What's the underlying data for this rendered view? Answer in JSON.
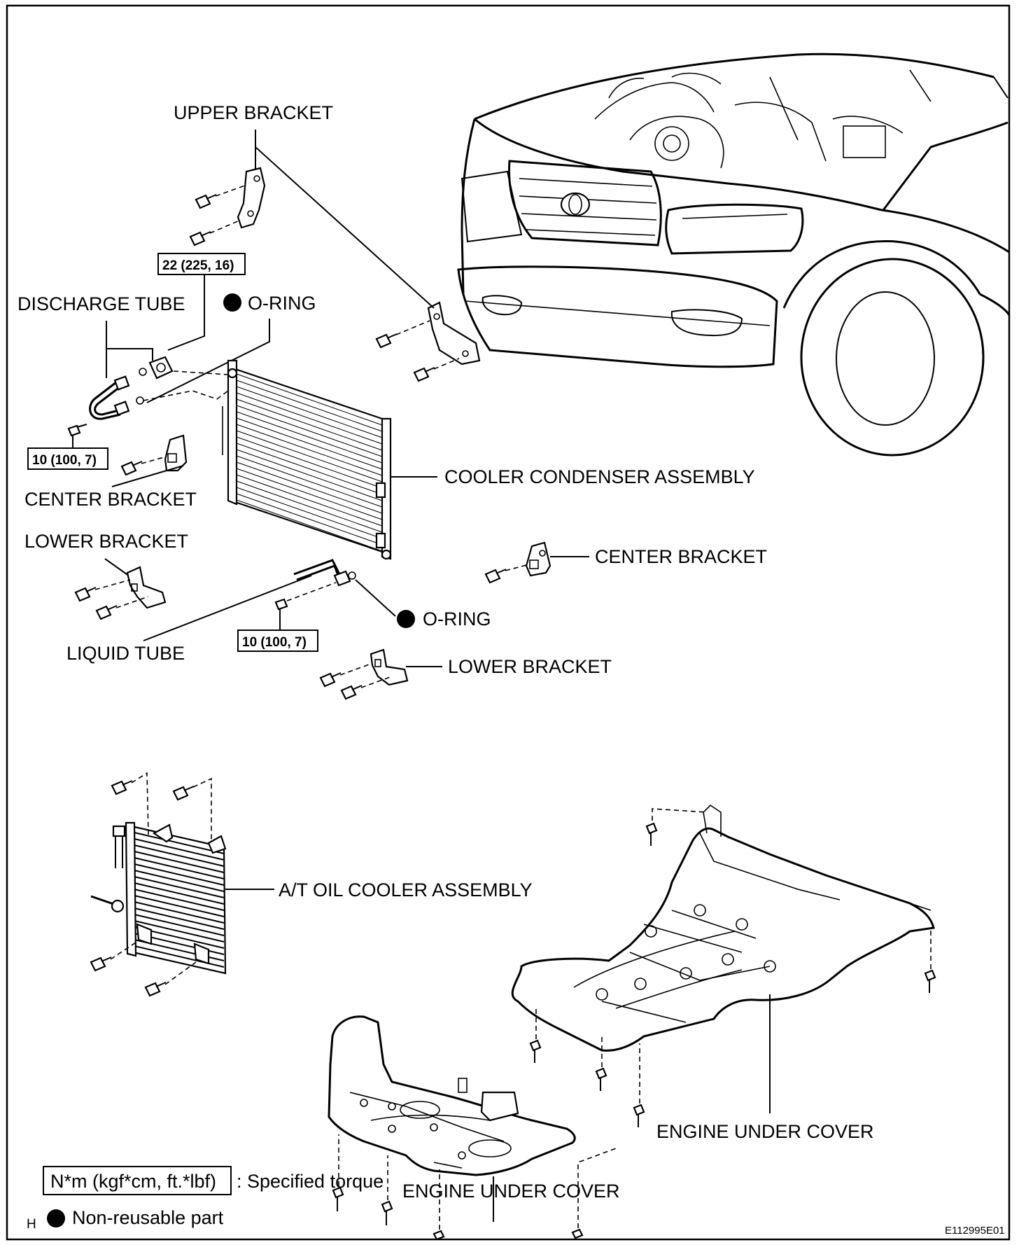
{
  "labels": {
    "upper_bracket": "UPPER BRACKET",
    "discharge_tube": "DISCHARGE TUBE",
    "o_ring_top": "O-RING",
    "center_bracket_left": "CENTER BRACKET",
    "cooler_condenser_assembly": "COOLER CONDENSER ASSEMBLY",
    "lower_bracket_left": "LOWER BRACKET",
    "center_bracket_right": "CENTER BRACKET",
    "o_ring_bottom": "O-RING",
    "liquid_tube": "LIQUID TUBE",
    "lower_bracket_right": "LOWER BRACKET",
    "at_oil_cooler_assembly": "A/T OIL COOLER ASSEMBLY",
    "engine_under_cover_right": "ENGINE UNDER COVER",
    "engine_under_cover_left": "ENGINE UNDER COVER"
  },
  "torques": {
    "discharge_fitting": "22 (225, 16)",
    "discharge_bolt": "10 (100, 7)",
    "liquid_bolt": "10 (100, 7)"
  },
  "legend": {
    "torque_unit_box": "N*m (kgf*cm, ft.*lbf)",
    "torque_text": ": Specified torque",
    "marker_letter": "H",
    "non_reusable_text": "Non-reusable part"
  },
  "figure_code": "E112995E01"
}
